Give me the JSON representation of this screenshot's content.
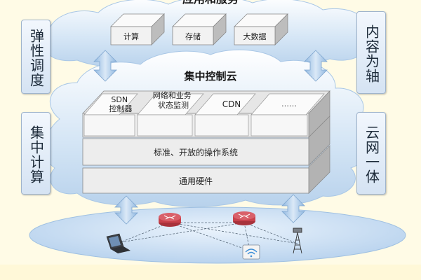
{
  "top_cloud": {
    "title": "应用和服务",
    "boxes": [
      "计算",
      "存储",
      "大数据"
    ]
  },
  "central_cloud": {
    "title": "集中控制云",
    "modules": [
      "SDN\n控制器",
      "网络和业务\n状态监测",
      "CDN",
      "……"
    ],
    "layers": [
      "标准、开放的操作系统",
      "通用硬件"
    ]
  },
  "side_labels": {
    "left_top": "弹性调度",
    "left_bottom": "集中计算",
    "right_top": "内容为轴",
    "right_bottom": "云网一体"
  },
  "network_devices": [
    "laptop-icon",
    "router-icon",
    "router-icon",
    "wifi-icon",
    "cell-tower-icon"
  ],
  "colors": {
    "cloud_fill": "#cfe1f3",
    "cloud_edge": "#9bbfe2",
    "box_face": "#f4f4f4",
    "box_side": "#b9b9b9",
    "arrow_fill": "#b7d3ee",
    "ellipse_fill": "#c6dcf3",
    "router_red": "#c8414b",
    "background": "#fffbe6"
  }
}
